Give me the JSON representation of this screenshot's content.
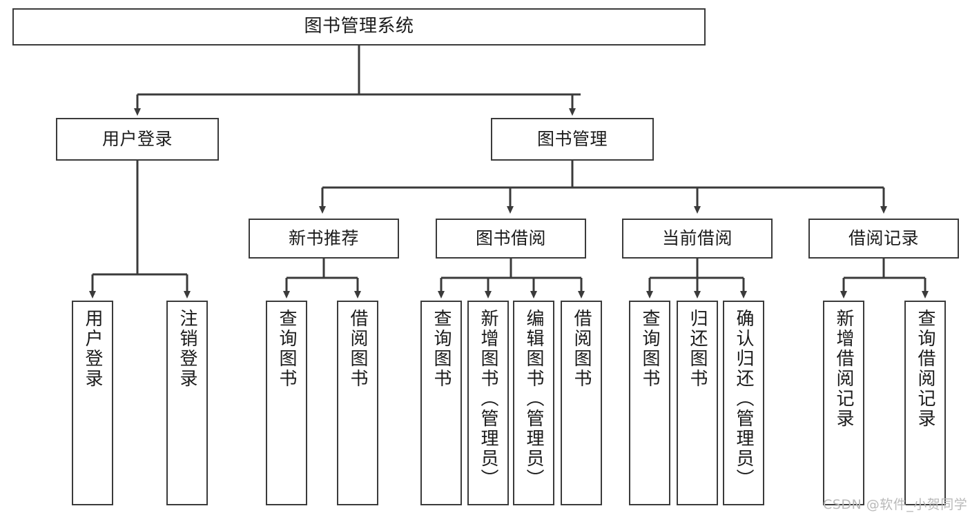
{
  "diagram": {
    "title": "图书管理系统",
    "type": "hierarchy-tree",
    "root": {
      "label": "图书管理系统"
    },
    "level2": [
      {
        "label": "用户登录"
      },
      {
        "label": "图书管理"
      }
    ],
    "level3": [
      {
        "label": "新书推荐"
      },
      {
        "label": "图书借阅"
      },
      {
        "label": "当前借阅"
      },
      {
        "label": "借阅记录"
      }
    ],
    "leaves": {
      "user_login": [
        {
          "label": "用户登录"
        },
        {
          "label": "注销登录"
        }
      ],
      "new_book_recommend": [
        {
          "label": "查询图书"
        },
        {
          "label": "借阅图书"
        }
      ],
      "book_borrow": [
        {
          "label": "查询图书"
        },
        {
          "label": "新增图书（管理员）"
        },
        {
          "label": "编辑图书（管理员）"
        },
        {
          "label": "借阅图书"
        }
      ],
      "current_borrow": [
        {
          "label": "查询图书"
        },
        {
          "label": "归还图书"
        },
        {
          "label": "确认归还（管理员）"
        }
      ],
      "borrow_record": [
        {
          "label": "新增借阅记录"
        },
        {
          "label": "查询借阅记录"
        }
      ]
    }
  },
  "watermark": {
    "text": "CSDN @软件_小贺同学"
  },
  "colors": {
    "border": "#3a3a3a",
    "text": "#1b1b1b",
    "background": "#ffffff",
    "watermark": "#b9b9b9"
  }
}
